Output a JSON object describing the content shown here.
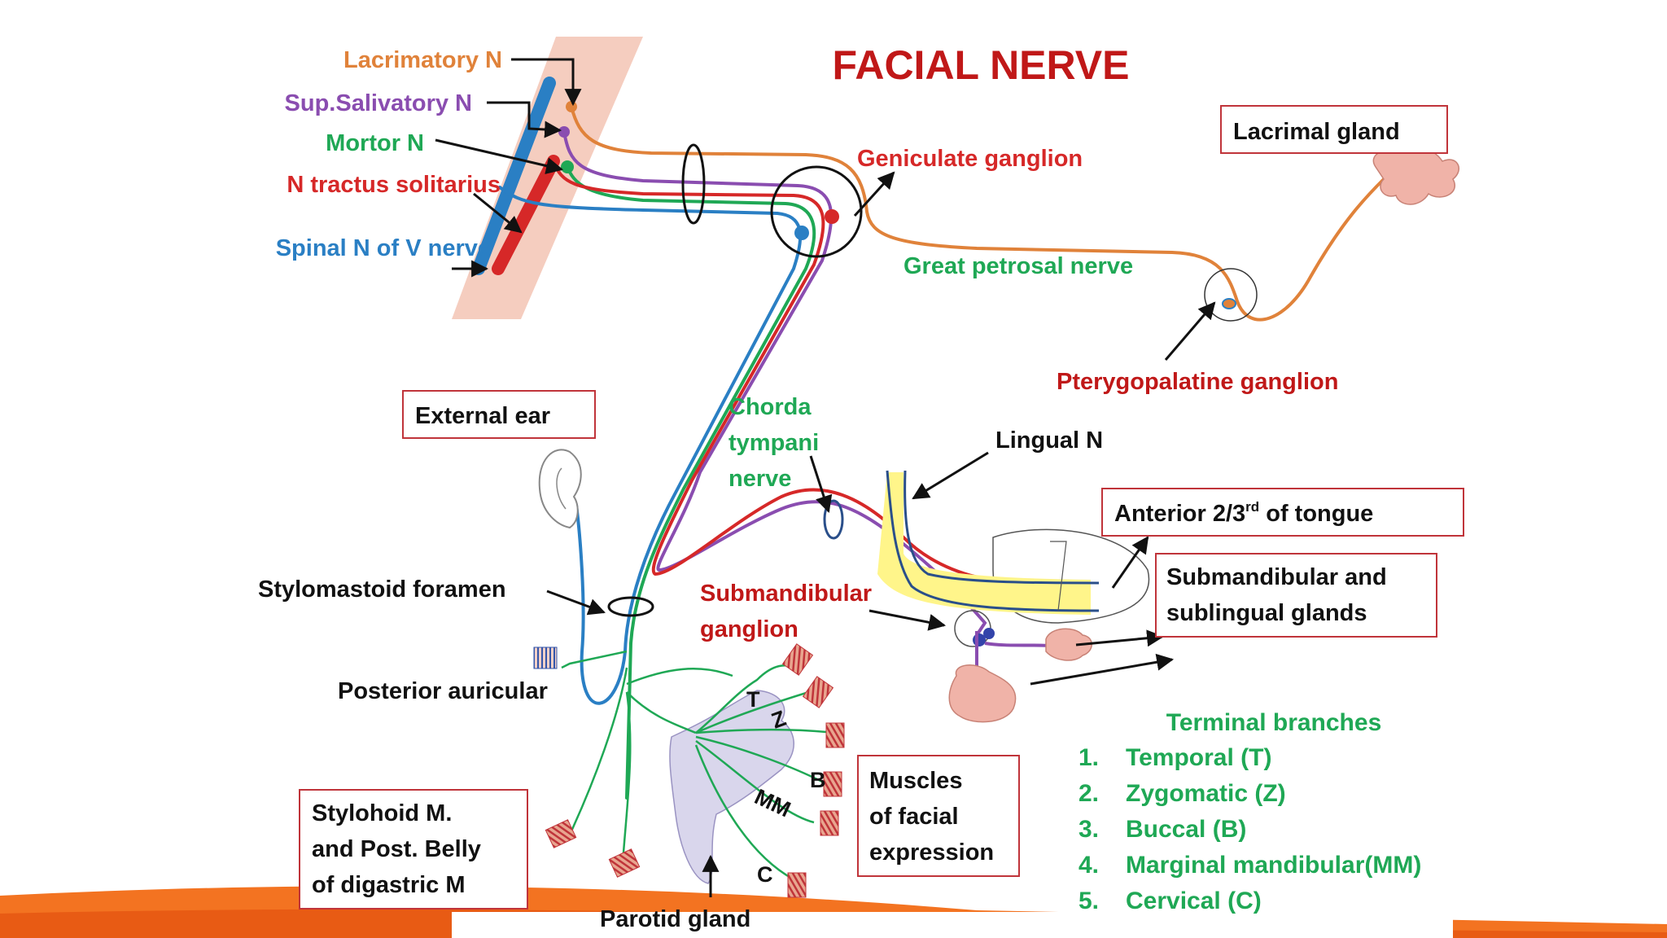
{
  "title": "FACIAL NERVE",
  "colors": {
    "orange": "#E0823A",
    "purple": "#8A4DB0",
    "green": "#1FA855",
    "red": "#D62828",
    "blue": "#2A7FC4",
    "dark_red": "#C01818",
    "box_border": "#C0343A",
    "black": "#111111",
    "gland": "#F0B3A8",
    "parotid": "#D9D6EC",
    "tongue_yellow": "#FFF58A",
    "banner": "#F37321"
  },
  "nuclei": {
    "lacrimatory": "Lacrimatory N",
    "sup_salivatory": "Sup.Salivatory N",
    "mortor": "Mortor N",
    "tractus": "N tractus solitarius",
    "spinal": "Spinal N of V nerve"
  },
  "labels": {
    "geniculate": "Geniculate ganglion",
    "great_petrosal": "Great petrosal nerve",
    "pterygopalatine": "Pterygopalatine ganglion",
    "chorda_1": "Chorda",
    "chorda_2": "tympani",
    "chorda_3": "nerve",
    "lingual": "Lingual N",
    "stylomastoid": "Stylomastoid foramen",
    "submand_ganglion_1": "Submandibular",
    "submand_ganglion_2": "ganglion",
    "posterior_auricular": "Posterior auricular",
    "parotid": "Parotid gland",
    "branch_T": "T",
    "branch_Z": "Z",
    "branch_B": "B",
    "branch_MM": "MM",
    "branch_C": "C"
  },
  "boxes": {
    "lacrimal_gland": "Lacrimal gland",
    "external_ear": "External ear",
    "tongue_main": "Anterior 2/3",
    "tongue_sup": "rd",
    "tongue_rest": " of tongue",
    "submand_glands_1": "Submandibular and",
    "submand_glands_2": "sublingual glands",
    "muscles_1": "Muscles",
    "muscles_2": "of facial",
    "muscles_3": "expression",
    "stylohoid_1": "Stylohoid M.",
    "stylohoid_2": "and Post. Belly",
    "stylohoid_3": "of digastric M"
  },
  "terminal": {
    "heading": "Terminal branches",
    "items": [
      {
        "num": "1.",
        "text": "Temporal (T)"
      },
      {
        "num": "2.",
        "text": "Zygomatic (Z)"
      },
      {
        "num": "3.",
        "text": "Buccal (B)"
      },
      {
        "num": "4.",
        "text": "Marginal mandibular(MM)"
      },
      {
        "num": "5.",
        "text": "Cervical (C)"
      }
    ]
  }
}
